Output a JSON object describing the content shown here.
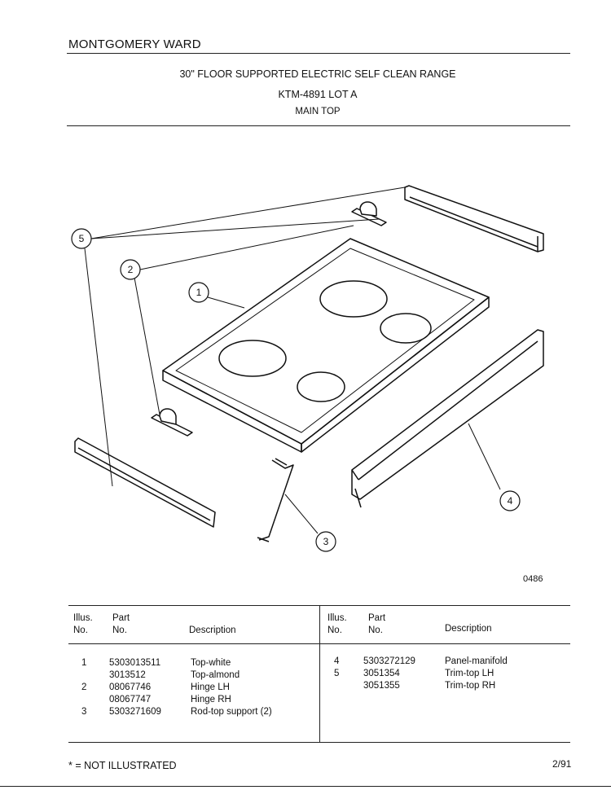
{
  "header": {
    "brand": "MONTGOMERY WARD",
    "title": "30\" FLOOR SUPPORTED ELECTRIC SELF CLEAN RANGE",
    "model": "KTM-4891 LOT A",
    "section": "MAIN TOP"
  },
  "diagram": {
    "figure_code": "0486",
    "callouts": [
      "1",
      "2",
      "3",
      "4",
      "5"
    ]
  },
  "table": {
    "columns": {
      "illus_top": "Illus.",
      "illus_bottom": "No.",
      "part_top": "Part",
      "part_bottom": "No.",
      "description": "Description"
    },
    "left_rows": [
      {
        "illus": "1",
        "part": "5303013511",
        "desc": "Top-white"
      },
      {
        "illus": "",
        "part": "3013512",
        "desc": "Top-almond"
      },
      {
        "illus": "2",
        "part": "08067746",
        "desc": "Hinge LH"
      },
      {
        "illus": "",
        "part": "08067747",
        "desc": "Hinge RH"
      },
      {
        "illus": "3",
        "part": "5303271609",
        "desc": "Rod-top support (2)"
      }
    ],
    "right_rows": [
      {
        "illus": "4",
        "part": "5303272129",
        "desc": "Panel-manifold"
      },
      {
        "illus": "5",
        "part": "3051354",
        "desc": "Trim-top LH"
      },
      {
        "illus": "",
        "part": "3051355",
        "desc": "Trim-top RH"
      }
    ]
  },
  "footer": {
    "note": "* = NOT ILLUSTRATED",
    "date": "2/91"
  }
}
